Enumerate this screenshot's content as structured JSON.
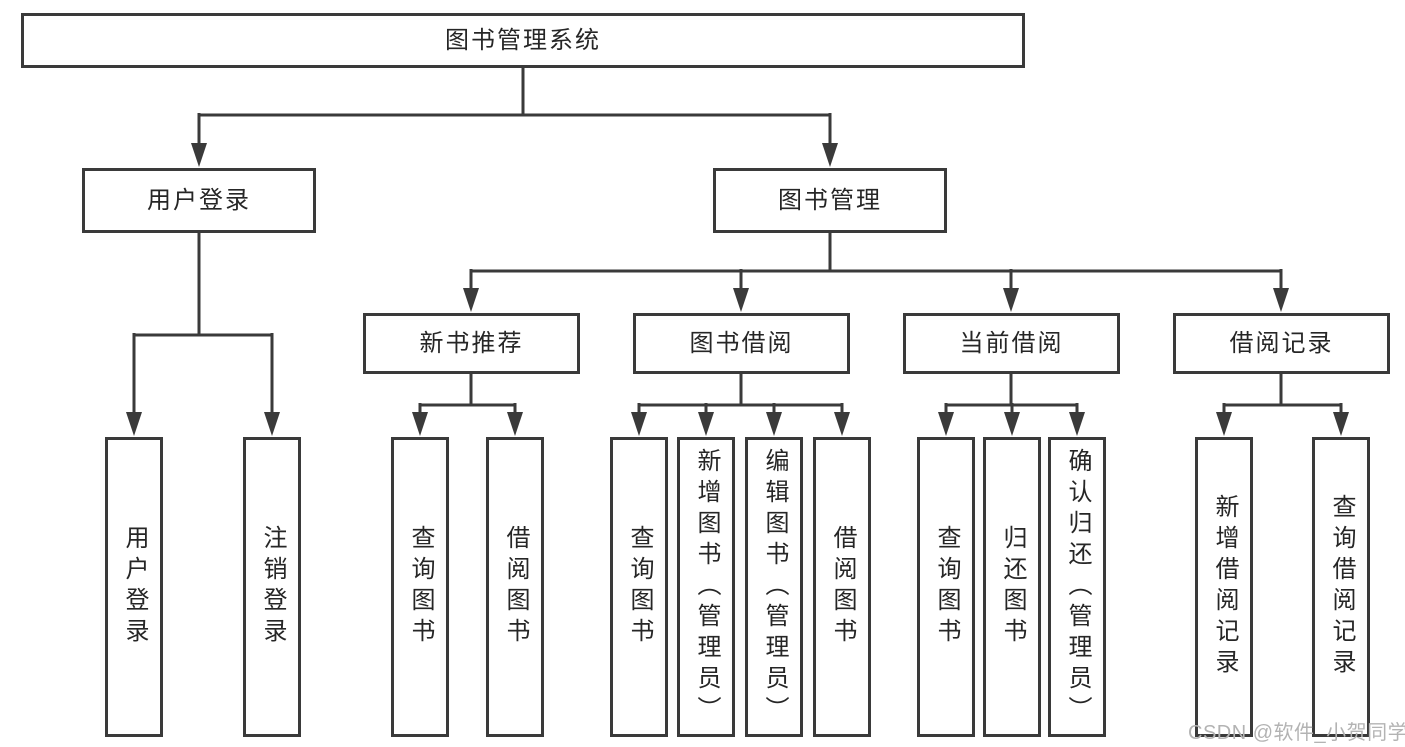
{
  "tree": {
    "root": {
      "label": "图书管理系统",
      "children": [
        {
          "label": "用户登录",
          "children": [
            "用户登录",
            "注销登录"
          ]
        },
        {
          "label": "图书管理",
          "children": [
            {
              "label": "新书推荐",
              "children": [
                "查询图书",
                "借阅图书"
              ]
            },
            {
              "label": "图书借阅",
              "children": [
                "查询图书",
                "新增图书（管理员）",
                "编辑图书（管理员）",
                "借阅图书"
              ]
            },
            {
              "label": "当前借阅",
              "children": [
                "查询图书",
                "归还图书",
                "确认归还（管理员）"
              ]
            },
            {
              "label": "借阅记录",
              "children": [
                "新增借阅记录",
                "查询借阅记录"
              ]
            }
          ]
        }
      ]
    }
  },
  "watermark": {
    "text": "CSDN @软件_小贺同学"
  },
  "colors": {
    "line": "#3a3a3a",
    "text": "#262626",
    "watermark": "#b3b3b3",
    "background": "#ffffff"
  }
}
